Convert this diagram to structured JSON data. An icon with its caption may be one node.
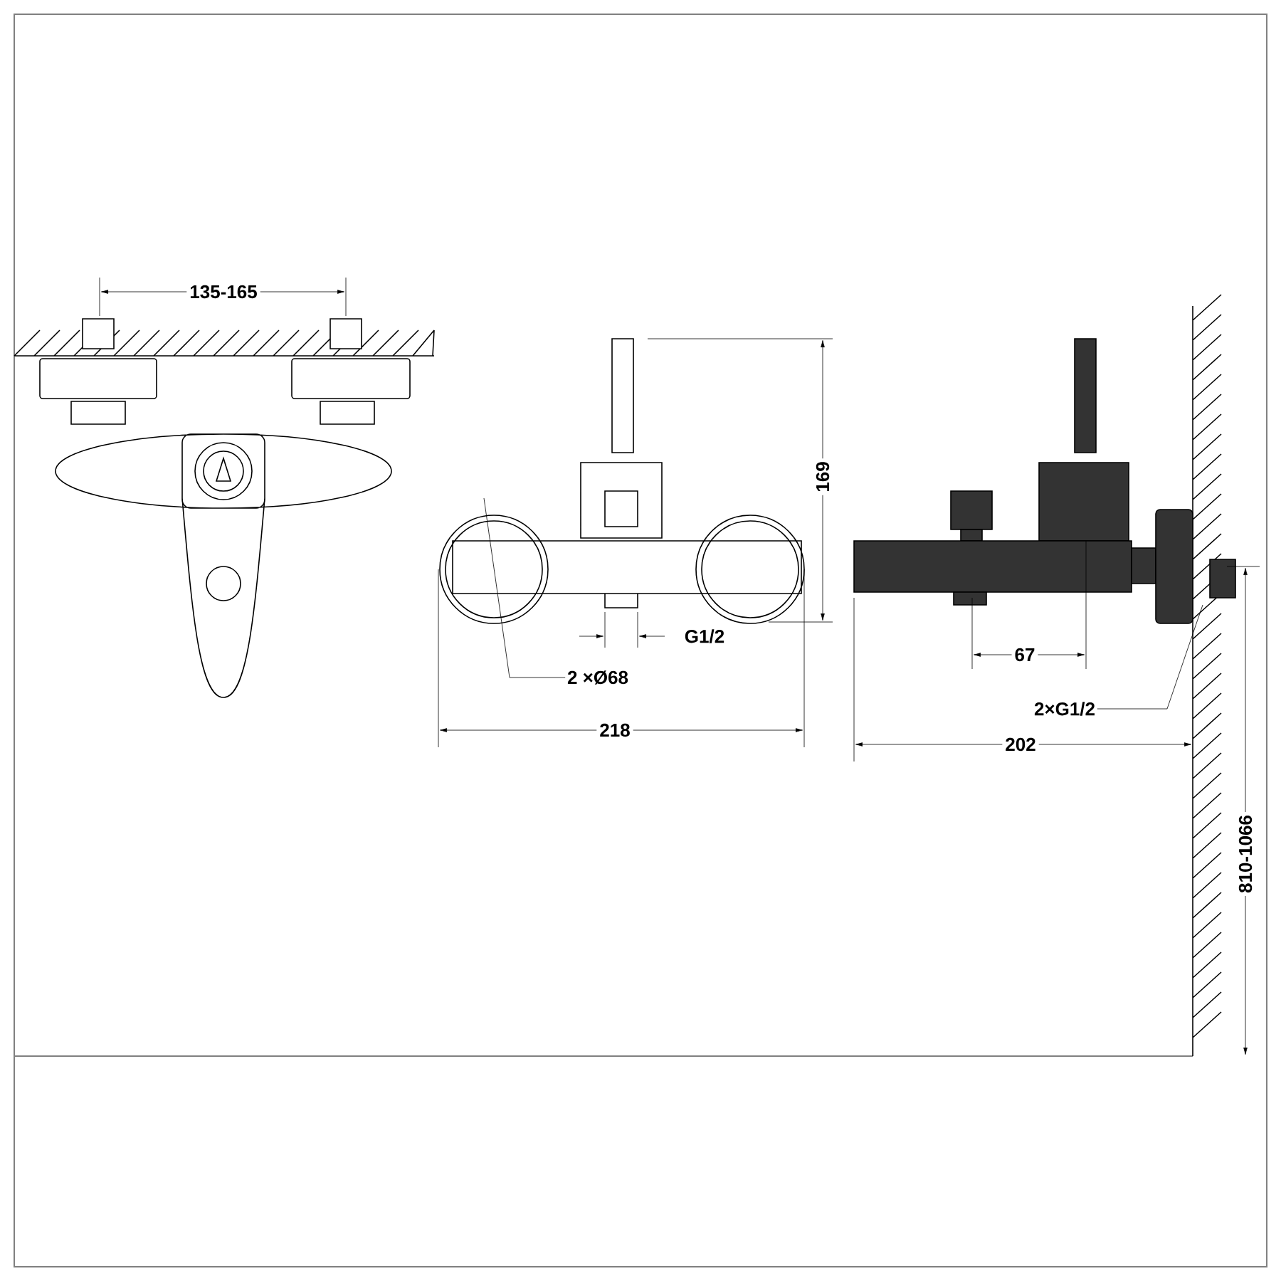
{
  "diagram": {
    "nodes": [
      {
        "text": [
          "2 ×Ø68"
        ]
      },
      {
        "text": [
          "2×G1/2"
        ]
      }
    ],
    "edges": [
      {
        "from": 0,
        "to": null,
        "arrow": "none"
      },
      {
        "from": 1,
        "to": null,
        "arrow": "none"
      }
    ],
    "labels": [
      "135-165",
      "169",
      "G1/2",
      "218",
      "67",
      "202",
      "810-1066"
    ]
  }
}
